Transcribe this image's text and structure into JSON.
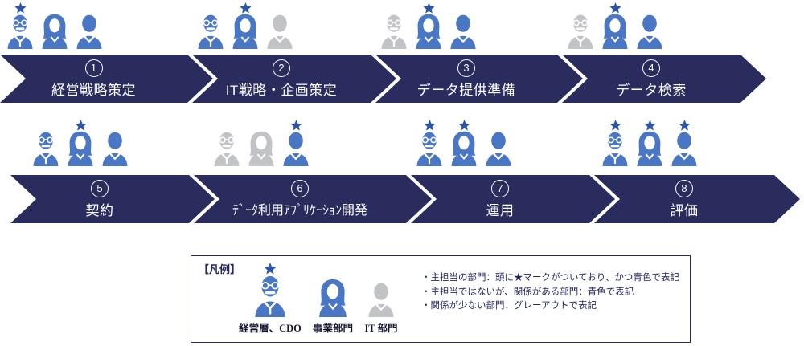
{
  "colors": {
    "navy": "#2a2c5e",
    "blue": "#4a77c4",
    "gray": "#c1c3c6",
    "star": "#2d55a5",
    "white": "#ffffff",
    "legend_border": "#2b2b5e",
    "text_navy": "#24285e"
  },
  "steps": [
    {
      "num": "1",
      "label": "経営戦略策定",
      "members": [
        {
          "role": "cdo",
          "dept": "経営層、CDO",
          "state": "main"
        },
        {
          "role": "biz",
          "dept": "事業部門",
          "state": "related"
        },
        {
          "role": "it",
          "dept": "IT部門",
          "state": "related"
        }
      ]
    },
    {
      "num": "2",
      "label": "IT戦略・企画策定",
      "members": [
        {
          "role": "cdo",
          "dept": "経営層、CDO",
          "state": "related"
        },
        {
          "role": "biz",
          "dept": "事業部門",
          "state": "main"
        },
        {
          "role": "it",
          "dept": "IT部門",
          "state": "minor"
        }
      ]
    },
    {
      "num": "3",
      "label": "データ提供準備",
      "members": [
        {
          "role": "cdo",
          "dept": "経営層、CDO",
          "state": "minor"
        },
        {
          "role": "biz",
          "dept": "事業部門",
          "state": "main"
        },
        {
          "role": "it",
          "dept": "IT部門",
          "state": "related"
        }
      ]
    },
    {
      "num": "4",
      "label": "データ検索",
      "members": [
        {
          "role": "cdo",
          "dept": "経営層、CDO",
          "state": "minor"
        },
        {
          "role": "biz",
          "dept": "事業部門",
          "state": "main"
        },
        {
          "role": "it",
          "dept": "IT部門",
          "state": "related"
        }
      ]
    },
    {
      "num": "5",
      "label": "契約",
      "members": [
        {
          "role": "cdo",
          "dept": "経営層、CDO",
          "state": "related"
        },
        {
          "role": "biz",
          "dept": "事業部門",
          "state": "main"
        },
        {
          "role": "it",
          "dept": "IT部門",
          "state": "related"
        }
      ]
    },
    {
      "num": "6",
      "label": "ﾃﾞｰﾀ利用ｱﾌﾟﾘｹｰｼｮﾝ開発",
      "members": [
        {
          "role": "cdo",
          "dept": "経営層、CDO",
          "state": "minor"
        },
        {
          "role": "biz",
          "dept": "事業部門",
          "state": "minor"
        },
        {
          "role": "it",
          "dept": "IT部門",
          "state": "main"
        }
      ]
    },
    {
      "num": "7",
      "label": "運用",
      "members": [
        {
          "role": "cdo",
          "dept": "経営層、CDO",
          "state": "main"
        },
        {
          "role": "biz",
          "dept": "事業部門",
          "state": "main"
        },
        {
          "role": "it",
          "dept": "IT部門",
          "state": "related"
        }
      ]
    },
    {
      "num": "8",
      "label": "評価",
      "members": [
        {
          "role": "cdo",
          "dept": "経営層、CDO",
          "state": "main"
        },
        {
          "role": "biz",
          "dept": "事業部門",
          "state": "main"
        },
        {
          "role": "it",
          "dept": "IT部門",
          "state": "main"
        }
      ]
    }
  ],
  "legend": {
    "title": "【凡例】",
    "roles": [
      {
        "label": "経営層、CDO",
        "role": "cdo",
        "state": "main"
      },
      {
        "label": "事業部門",
        "role": "biz",
        "state": "related"
      },
      {
        "label": "IT 部門",
        "role": "it",
        "state": "minor"
      }
    ],
    "notes": [
      "・主担当の部門：頭に★マークがついており、かつ青色で表記",
      "・主担当ではないが、関係がある部門：青色で表記",
      "・関係が少ない部門：グレーアウトで表記"
    ]
  }
}
